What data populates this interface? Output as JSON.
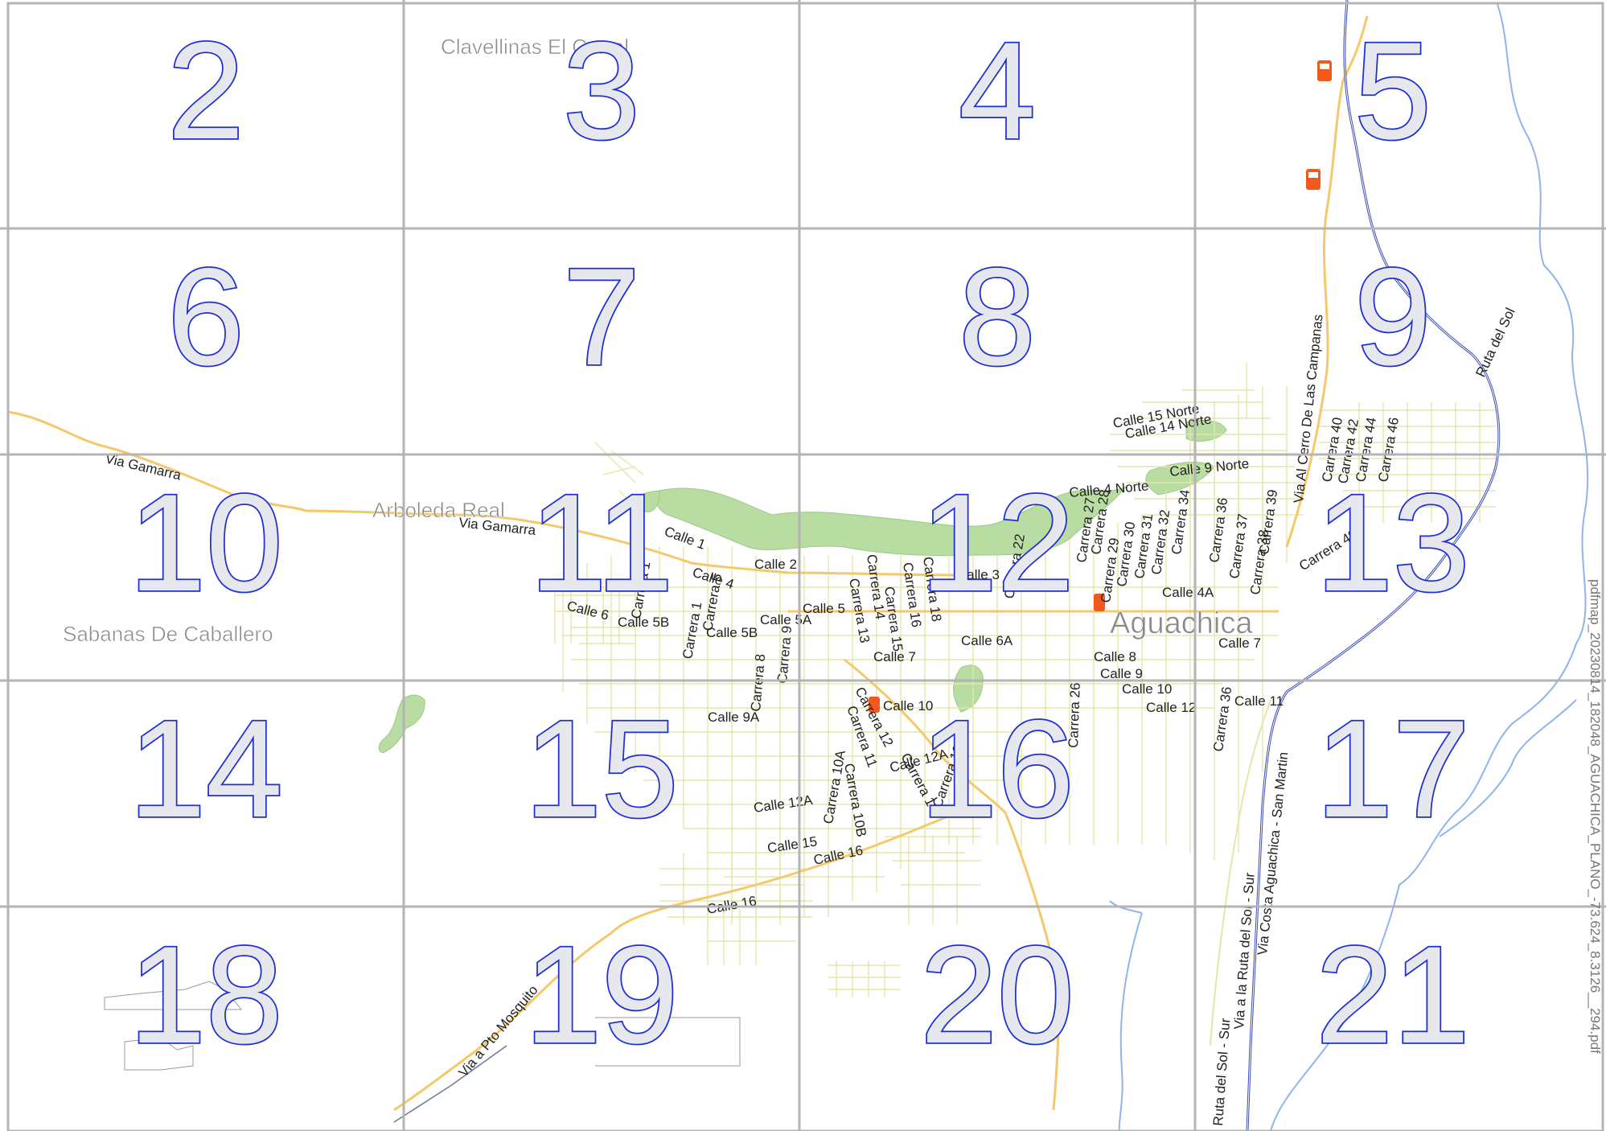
{
  "map": {
    "grid_cells": [
      "2",
      "3",
      "4",
      "5",
      "6",
      "7",
      "8",
      "9",
      "10",
      "11",
      "12",
      "13",
      "14",
      "15",
      "16",
      "17",
      "18",
      "19",
      "20",
      "21"
    ],
    "places": {
      "town": "Aguachica",
      "clavellinas": "Clavellinas El Corral",
      "arboleda": "Arboleda Real",
      "sabanas": "Sabanas De Caballero"
    },
    "roads": {
      "via_gamarra": "Via Gamarra",
      "via_cerro": "Via Al Cerro De Las Campanas",
      "ruta_sol": "Ruta del Sol",
      "ruta_sol_sur": "Ruta del Sol - Sur",
      "via_ruta_sol_sur": "Via a la Ruta del Sol - Sur",
      "via_costa": "Via Costa Aguachica - San Martin",
      "via_mosquito": "Via a Pto Mosquito"
    },
    "streets": {
      "calle_15n": "Calle 15 Norte",
      "calle_14n": "Calle 14 Norte",
      "calle_9n": "Calle 9 Norte",
      "calle_4n": "Calle 4 Norte",
      "calle_1": "Calle 1",
      "calle_2": "Calle 2",
      "calle_3": "Calle 3",
      "calle_4": "Calle 4",
      "calle_4a": "Calle 4A",
      "calle_5": "Calle 5",
      "calle_5a": "Calle 5A",
      "calle_5b": "Calle 5B",
      "calle_6": "Calle 6",
      "calle_6a": "Calle 6A",
      "calle_7": "Calle 7",
      "calle_8": "Calle 8",
      "calle_9": "Calle 9",
      "calle_9a": "Calle 9A",
      "calle_10": "Calle 10",
      "calle_11": "Calle 11",
      "calle_12": "Calle 12",
      "calle_12a": "Calle 12A",
      "calle_15": "Calle 15",
      "calle_16": "Calle 16",
      "carrera_1": "Carrera 1",
      "carrera_5": "Carrera 5",
      "carrera_8": "Carrera 8",
      "carrera_9": "Carrera 9",
      "carrera_10a": "Carrera 10A",
      "carrera_10b": "Carrera 10B",
      "carrera_11": "Carrera 11",
      "carrera_12": "Carrera 12",
      "carrera_13": "Carrera 13",
      "carrera_14": "Carrera 14",
      "carrera_15": "Carrera 15",
      "carrera_16": "Carrera 16",
      "carrera_18": "Carrera 18",
      "carrera_22": "Carrera 22",
      "carrera_26": "Carrera 26",
      "carrera_27": "Carrera 27",
      "carrera_28": "Carrera 28",
      "carrera_29": "Carrera 29",
      "carrera_30": "Carrera 30",
      "carrera_31": "Carrera 31",
      "carrera_32": "Carrera 32",
      "carrera_34": "Carrera 34",
      "carrera_36": "Carrera 36",
      "carrera_37": "Carrera 37",
      "carrera_38": "Carrera 38",
      "carrera_39": "Carrera 39",
      "carrera_40": "Carrera 40",
      "carrera_42": "Carrera 42",
      "carrera_44": "Carrera 44",
      "carrera_46": "Carrera 46",
      "carrera_49": "Carrera 49"
    },
    "footer_note": "pdfmap_20230814_182048_AGUACHICA_PLANO_-73.624_8.3126__294.pdf",
    "colors": {
      "grid_line": "#b4b4b4",
      "grid_number_fill": "#e6e8ee",
      "grid_number_stroke": "#1f2fd6",
      "road_major": "#f3c96a",
      "road_minor": "#e6e6a8",
      "highway": "#3d4db8",
      "river": "#8fb4ef",
      "park": "#b9dca3",
      "fuel": "#f25a1d"
    }
  }
}
